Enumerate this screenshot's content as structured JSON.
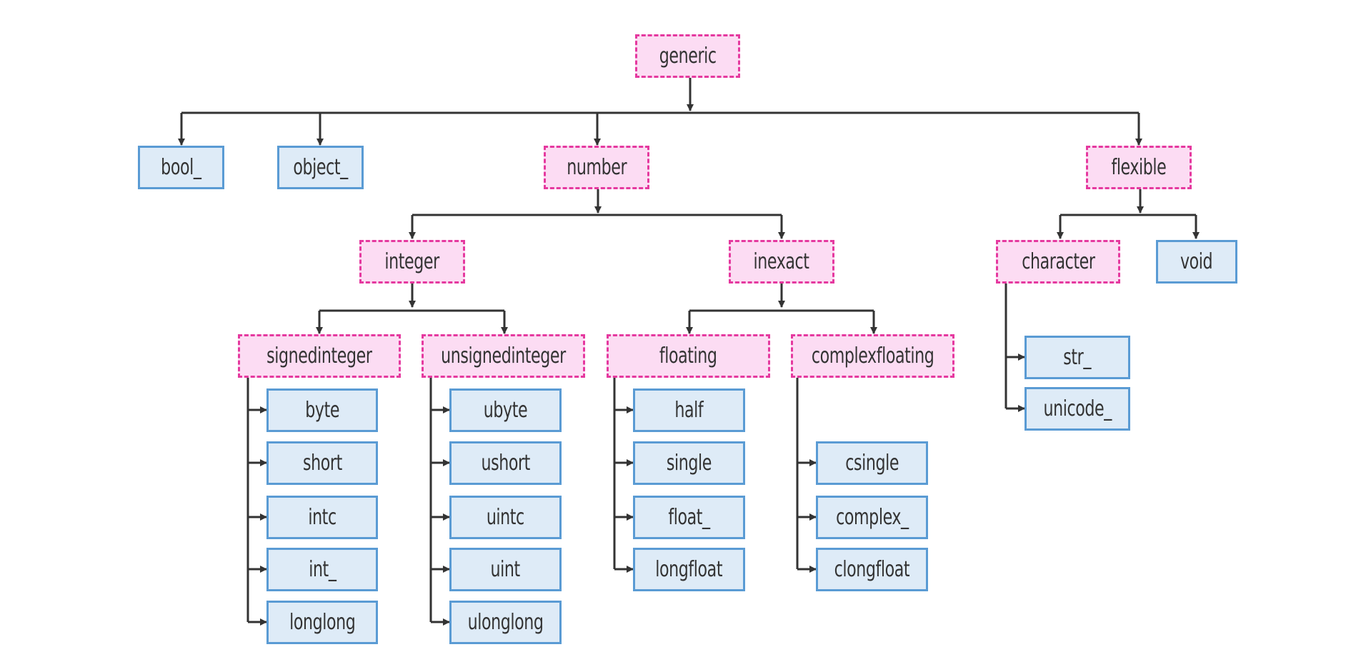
{
  "colors": {
    "abstract_fill": "#fcdcf3",
    "abstract_border": "#e5399f",
    "concrete_fill": "#deebf7",
    "concrete_border": "#5a9bd4",
    "connector": "#333333"
  },
  "nodes": {
    "generic": "generic",
    "bool": "bool_",
    "object": "object_",
    "number": "number",
    "flexible": "flexible",
    "integer": "integer",
    "inexact": "inexact",
    "character": "character",
    "void": "void",
    "signedinteger": "signedinteger",
    "unsignedinteger": "unsignedinteger",
    "floating": "floating",
    "complexfloating": "complexfloating",
    "byte": "byte",
    "short": "short",
    "intc": "intc",
    "int": "int_",
    "longlong": "longlong",
    "ubyte": "ubyte",
    "ushort": "ushort",
    "uintc": "uintc",
    "uint": "uint",
    "ulonglong": "ulonglong",
    "half": "half",
    "single": "single",
    "float": "float_",
    "longfloat": "longfloat",
    "csingle": "csingle",
    "complex": "complex_",
    "clongfloat": "clongfloat",
    "str": "str_",
    "unicode": "unicode_"
  }
}
